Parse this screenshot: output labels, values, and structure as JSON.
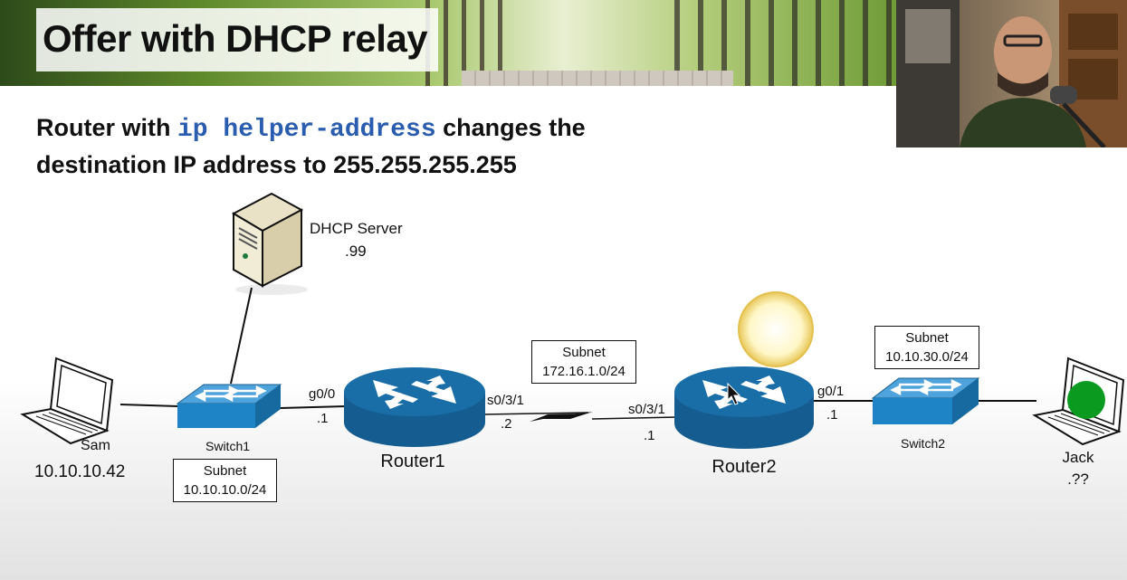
{
  "header": {
    "title": "Offer with DHCP relay"
  },
  "subtitle": {
    "part1": "Router with ",
    "code": "ip helper-address",
    "part2": " changes the",
    "line2": "destination IP address to 255.255.255.255"
  },
  "devices": {
    "dhcp_server": {
      "name": "DHCP Server",
      "ip": ".99"
    },
    "sam": {
      "name": "Sam",
      "ip": "10.10.10.42"
    },
    "switch1": {
      "name": "Switch1"
    },
    "router1": {
      "name": "Router1"
    },
    "router2": {
      "name": "Router2"
    },
    "switch2": {
      "name": "Switch2"
    },
    "jack": {
      "name": "Jack",
      "ip": ".??"
    }
  },
  "subnets": {
    "lan1": {
      "label": "Subnet",
      "value": "10.10.10.0/24"
    },
    "wan": {
      "label": "Subnet",
      "value": "172.16.1.0/24"
    },
    "lan2": {
      "label": "Subnet",
      "value": "10.10.30.0/24"
    }
  },
  "interfaces": {
    "r1_lan": {
      "name": "g0/0",
      "ip": ".1"
    },
    "r1_wan": {
      "name": "s0/3/1",
      "ip": ".2"
    },
    "r2_wan": {
      "name": "s0/3/1",
      "ip": ".1"
    },
    "r2_lan": {
      "name": "g0/1",
      "ip": ".1"
    }
  },
  "colors": {
    "device_blue": "#1a6ea8",
    "switch_blue": "#1f84c6",
    "code_blue": "#2a5db0",
    "jack_status_green": "#0a9a1f",
    "highlight_yellow": "#fff6b0"
  }
}
